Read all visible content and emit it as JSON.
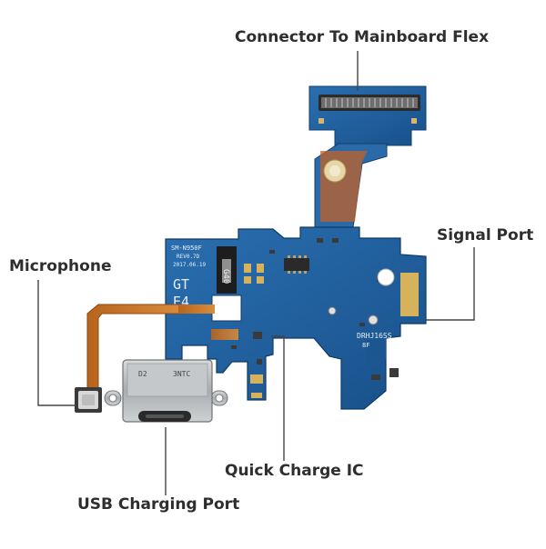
{
  "labels": {
    "connector": "Connector To Mainboard Flex",
    "signal_port": "Signal Port",
    "microphone": "Microphone",
    "quick_charge": "Quick Charge IC",
    "usb_port": "USB Charging Port"
  },
  "board_print": {
    "model": "SM-N950F",
    "rev": "REV0.7D",
    "date": "2017.06.19",
    "gt": "GT",
    "e4": "E4",
    "g40": "G40",
    "part": "DRHJ16SS",
    "bf": "8F",
    "usb_d2": "D2",
    "usb_code": "3NTC"
  },
  "colors": {
    "pcb": "#1f5e9c",
    "flex": "#c97a2c",
    "steel": "#b9bcbe",
    "leader": "#444444"
  }
}
